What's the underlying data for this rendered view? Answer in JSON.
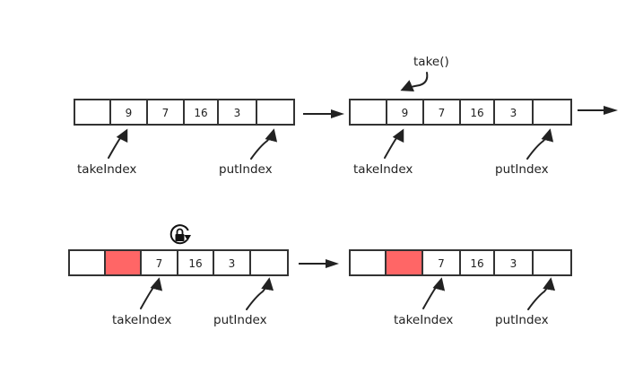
{
  "highlight_color": "#ff6666",
  "pointers": {
    "take": "takeIndex",
    "put": "putIndex"
  },
  "method": "take()",
  "lock_icon": "lock-rotate-icon",
  "panels": [
    {
      "id": "panel-1",
      "cells": [
        "",
        "9",
        "7",
        "16",
        "3",
        ""
      ],
      "highlight": []
    },
    {
      "id": "panel-2",
      "cells": [
        "",
        "9",
        "7",
        "16",
        "3",
        ""
      ],
      "highlight": []
    },
    {
      "id": "panel-3",
      "cells": [
        "",
        "",
        "7",
        "16",
        "3",
        ""
      ],
      "highlight": [
        1
      ]
    },
    {
      "id": "panel-4",
      "cells": [
        "",
        "",
        "7",
        "16",
        "3",
        ""
      ],
      "highlight": [
        1
      ]
    }
  ]
}
